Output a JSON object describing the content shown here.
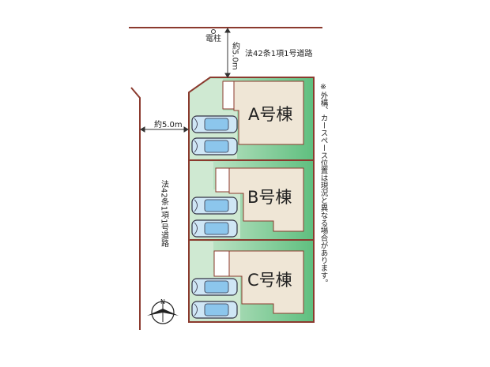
{
  "title": "",
  "top_road": {
    "pole_label": "電柱",
    "width_label": "約5.0m",
    "road_label": "法42条1項1号道路"
  },
  "left_road": {
    "width_label": "約5.0m",
    "road_label": "法42条1項1号道路"
  },
  "note": "※外構、カースペース位置は現況と異なる場合があります。",
  "buildings": [
    {
      "label": "A号棟"
    },
    {
      "label": "B号棟"
    },
    {
      "label": "C号棟"
    }
  ],
  "compass": {
    "label": "N"
  },
  "colors": {
    "road_line": "#8b3a2e",
    "lot_green": "#9fd4a8",
    "building": "#efe6d6",
    "car": "#a9d3ef"
  }
}
